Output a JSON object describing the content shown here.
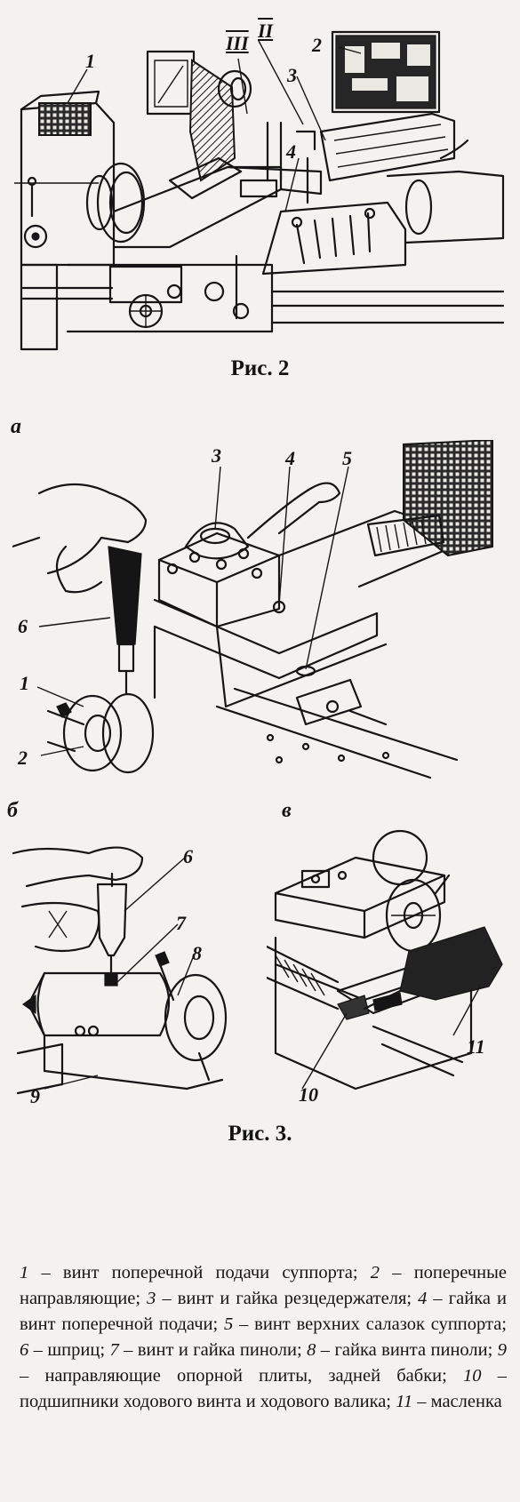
{
  "figure2": {
    "caption": "Рис. 2",
    "labels": [
      "1",
      "2",
      "3",
      "4"
    ],
    "roman_labels": [
      "III",
      "II"
    ]
  },
  "figure3": {
    "caption": "Рис. 3.",
    "panel_labels": {
      "a": "а",
      "b": "б",
      "v": "в"
    },
    "panel_a_labels": [
      "3",
      "4",
      "5",
      "6",
      "1",
      "2"
    ],
    "panel_b_labels": [
      "6",
      "7",
      "8",
      "9"
    ],
    "panel_v_labels": [
      "11",
      "10"
    ]
  },
  "legend": {
    "items": [
      {
        "num": "1",
        "text": " – винт поперечной подачи суппорта; "
      },
      {
        "num": "2",
        "text": " – поперечные направляющие; "
      },
      {
        "num": "3",
        "text": " – винт и гайка резцедержателя; "
      },
      {
        "num": "4",
        "text": " – гайка и винт поперечной подачи; "
      },
      {
        "num": "5",
        "text": " – винт верхних салазок суппорта; "
      },
      {
        "num": "6",
        "text": " – шприц; "
      },
      {
        "num": "7",
        "text": " – винт и гайка пиноли; "
      },
      {
        "num": "8",
        "text": " – гайка винта пиноли; "
      },
      {
        "num": "9",
        "text": " – направляющие опорной плиты, задней бабки; "
      },
      {
        "num": "10",
        "text": " – подшипники ходового винта и ходового валика; "
      },
      {
        "num": "11",
        "text": " – масленка"
      }
    ]
  }
}
